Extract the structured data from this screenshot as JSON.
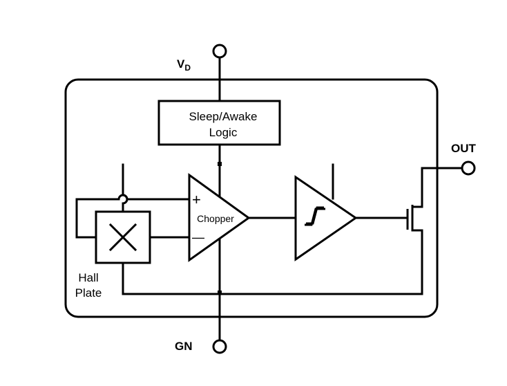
{
  "pins": {
    "vd_main": "V",
    "vd_sub": "D",
    "out": "OUT",
    "gnd": "GN"
  },
  "blocks": {
    "logic_line1": "Sleep/Awake",
    "logic_line2": "Logic",
    "chopper": "Chopper",
    "plus": "+",
    "minus": "—",
    "hall_line1": "Hall",
    "hall_line2": "Plate"
  },
  "colors": {
    "stroke": "#000000",
    "background": "#ffffff"
  }
}
